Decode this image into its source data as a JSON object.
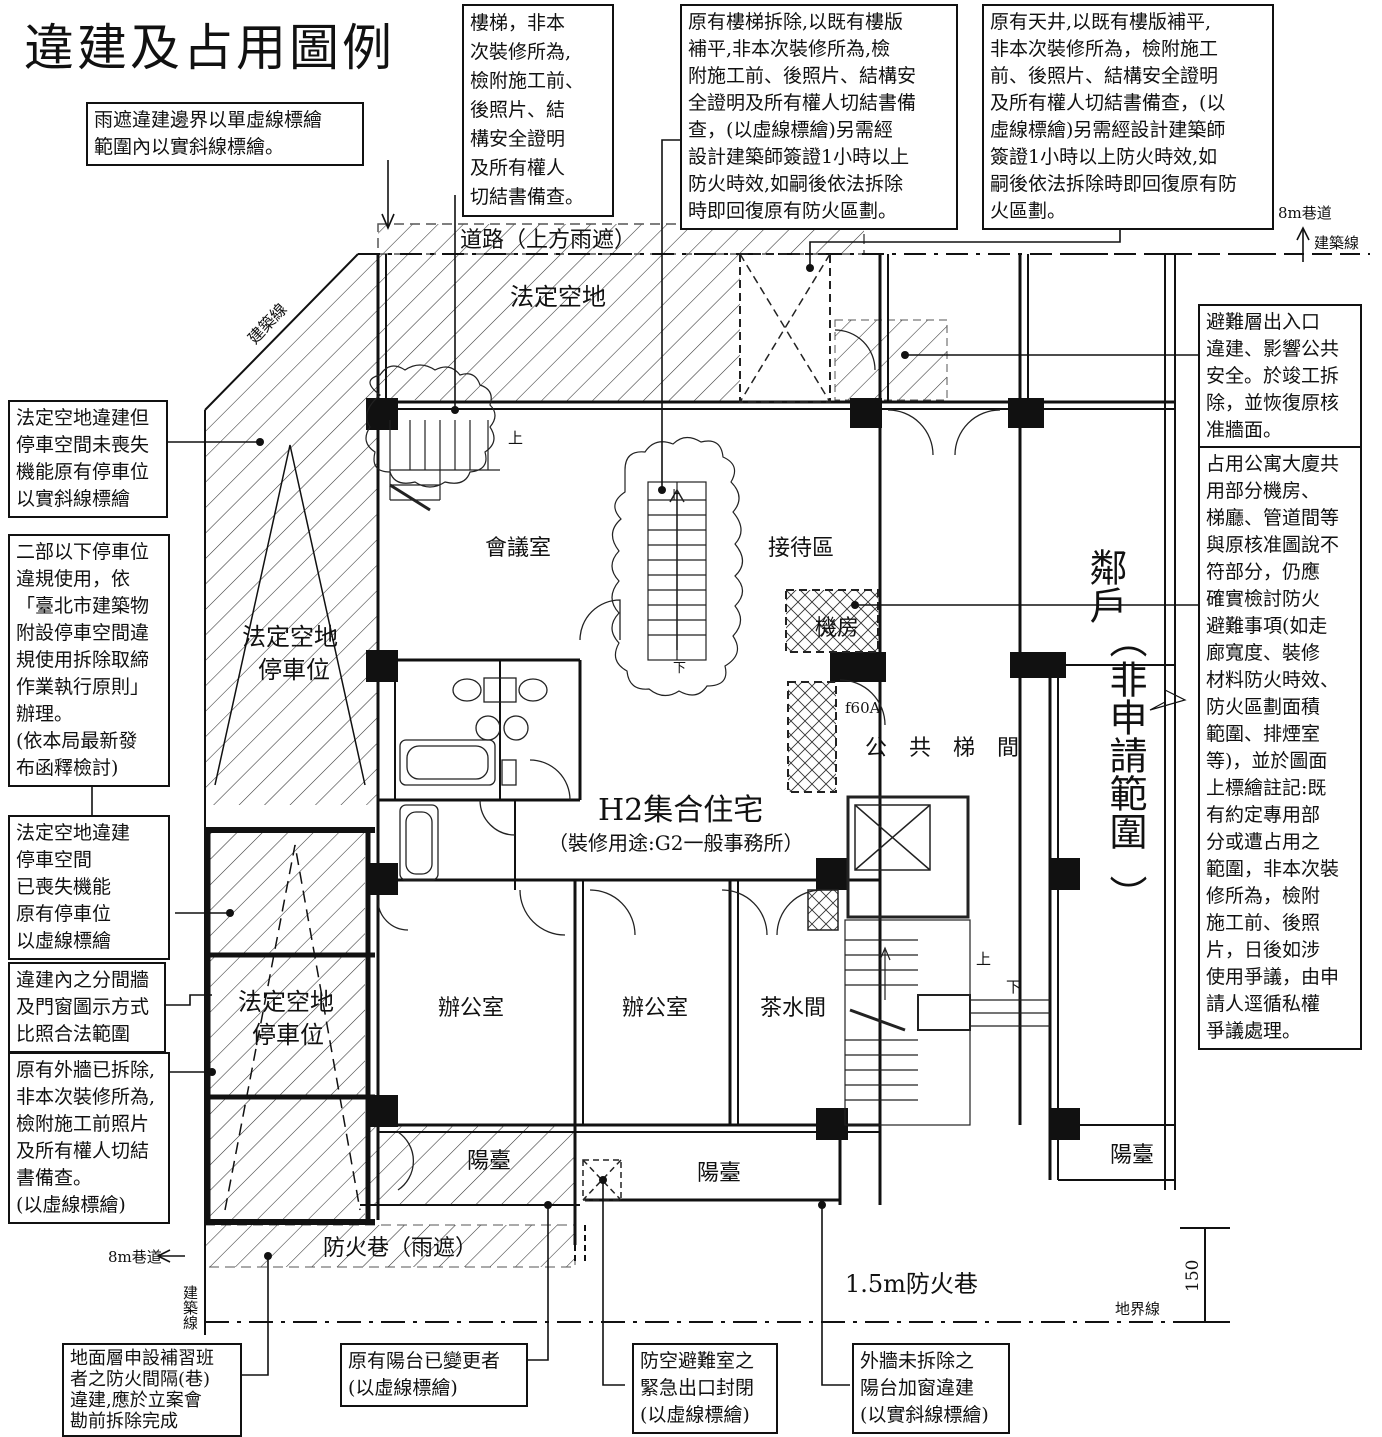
{
  "title": "違建及占用圖例",
  "notes": {
    "rain_shelter": "雨遮違建邊界以單虛線標繪\n範圍內以實斜線標繪。",
    "stairs_note": "樓梯，非本\n次裝修所為,\n檢附施工前、\n後照片、結\n構安全證明\n及所有權人\n切結書備查。",
    "removed_stairs": "原有樓梯拆除,以既有樓版\n補平,非本次裝修所為,檢\n附施工前、後照片、結構安\n全證明及所有權人切結書備\n查，(以虛線標繪)另需經\n設計建築師簽證1小時以上\n防火時效,如嗣後依法拆除\n時即回復原有防火區劃。",
    "courtyard": "原有天井,以既有樓版補平,\n非本次裝修所為，檢附施工\n前、後照片、結構安全證明\n及所有權人切結書備查，(以\n虛線標繪)另需經設計建築師\n簽證1小時以上防火時效,如\n嗣後依法拆除時即回復原有防\n火區劃。",
    "parking_solid": "法定空地違建但\n停車空間未喪失\n機能原有停車位\n以實斜線標繪",
    "parking_rules": "二部以下停車位\n違規使用，依\n「臺北市建築物\n附設停車空間違\n規使用拆除取締\n作業執行原則」\n辦理。\n(依本局最新發\n布函釋檢討)",
    "parking_lost": "法定空地違建\n停車空間\n已喪失機能\n原有停車位\n以虛線標繪",
    "partition": "違建內之分間牆\n及門窗圖示方式\n比照合法範圍",
    "outer_wall": "原有外牆已拆除,\n非本次裝修所為,\n檢附施工前照片\n及所有權人切結\n書備查。\n(以虛線標繪)",
    "exit_note": "避難層出入口\n違建、影響公共\n安全。於竣工拆\n除，並恢復原核\n准牆面。",
    "common_area": "占用公寓大廈共\n用部分機房、\n梯廳、管道間等\n與原核准圖說不\n符部分，仍應\n確實檢討防火\n避難事項(如走\n廊寬度、裝修\n材料防火時效、\n防火區劃面積\n範圍、排煙室\n等)，並於圖面\n上標繪註記:既\n有約定專用部\n分或遭占用之\n範圍，非本次裝\n修所為，檢附\n施工前、後照\n片，日後如涉\n使用爭議，由申\n請人逕循私權\n爭議處理。",
    "firelane_note": "地面層申設補習班\n者之防火間隔(巷)\n違建,應於立案會\n勘前拆除完成",
    "balcony_changed": "原有陽台已變更者\n(以虛線標繪)",
    "shelter_exit": "防空避難室之\n緊急出口封閉\n(以虛線標繪)",
    "balcony_window": "外牆未拆除之\n陽台加窗違建\n(以實斜線標繪)"
  },
  "labels": {
    "road": "道路（上方雨遮）",
    "open_space_top": "法定空地",
    "building_line_diag": "建築線",
    "lane_8m_top": "8m巷道",
    "building_line_top": "建築線",
    "meeting_room": "會議室",
    "reception": "接待區",
    "machine_room": "機房",
    "f60a": "f60A",
    "common_stair": "公　共　梯　間",
    "neighbor": "鄰戶",
    "not_applied": "非申請範圍",
    "paren_open": "︵",
    "paren_close": "︶",
    "parking1_a": "法定空地",
    "parking1_b": "停車位",
    "parking2_a": "法定空地",
    "parking2_b": "停車位",
    "building_type": "H2集合住宅",
    "decor_use": "（裝修用途:G2一般事務所）",
    "office1": "辦公室",
    "office2": "辦公室",
    "pantry": "茶水間",
    "balcony1": "陽臺",
    "balcony2": "陽臺",
    "balcony3": "陽臺",
    "fire_lane_shelter": "防火巷（雨遮）",
    "fire_lane": "1.5m防火巷",
    "lane_8m_bottom": "8m巷道",
    "building_line_bottom": "建築線",
    "boundary": "地界線",
    "dim_150": "150",
    "up1": "上",
    "up2": "上",
    "up3": "上",
    "down1": "下",
    "down2": "下"
  }
}
